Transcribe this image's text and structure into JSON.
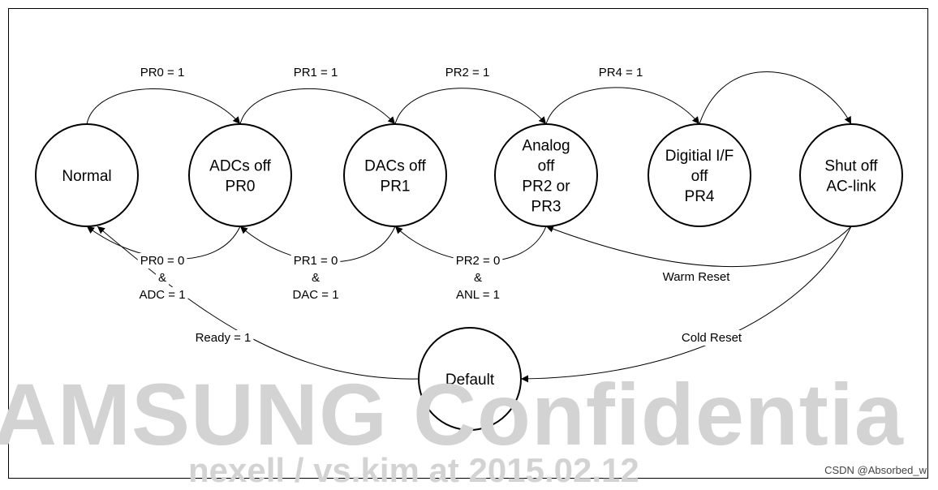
{
  "states": [
    {
      "id": "normal",
      "lines": [
        "Normal"
      ]
    },
    {
      "id": "adcs",
      "lines": [
        "ADCs off",
        "PR0"
      ]
    },
    {
      "id": "dacs",
      "lines": [
        "DACs off",
        "PR1"
      ]
    },
    {
      "id": "analog",
      "lines": [
        "Analog",
        "off",
        "PR2 or",
        "PR3"
      ]
    },
    {
      "id": "digital",
      "lines": [
        "Digitial I/F",
        "off",
        "PR4"
      ]
    },
    {
      "id": "shutoff",
      "lines": [
        "Shut off",
        "AC-link"
      ]
    },
    {
      "id": "default",
      "lines": [
        "Default"
      ]
    }
  ],
  "transitions": [
    {
      "from": "normal",
      "to": "adcs",
      "lines": [
        "PR0 = 1"
      ]
    },
    {
      "from": "adcs",
      "to": "dacs",
      "lines": [
        "PR1 = 1"
      ]
    },
    {
      "from": "dacs",
      "to": "analog",
      "lines": [
        "PR2 = 1"
      ]
    },
    {
      "from": "analog",
      "to": "digital",
      "lines": [
        "PR4 = 1"
      ]
    },
    {
      "from": "digital",
      "to": "shutoff",
      "lines": []
    },
    {
      "from": "adcs",
      "to": "normal",
      "lines": [
        "PR0 = 0",
        "&",
        "ADC = 1"
      ]
    },
    {
      "from": "dacs",
      "to": "adcs",
      "lines": [
        "PR1 = 0",
        "&",
        "DAC = 1"
      ]
    },
    {
      "from": "analog",
      "to": "dacs",
      "lines": [
        "PR2 = 0",
        "&",
        "ANL = 1"
      ]
    },
    {
      "from": "shutoff",
      "to": "analog",
      "lines": [
        "Warm Reset"
      ]
    },
    {
      "from": "shutoff",
      "to": "default",
      "lines": [
        "Cold Reset"
      ]
    },
    {
      "from": "default",
      "to": "normal",
      "lines": [
        "Ready = 1"
      ]
    }
  ],
  "watermark": {
    "main": "AMSUNG Confidentia",
    "sub": "nexell / vs.kim at 2015.02.12"
  },
  "credit": "CSDN @Absorbed_w"
}
